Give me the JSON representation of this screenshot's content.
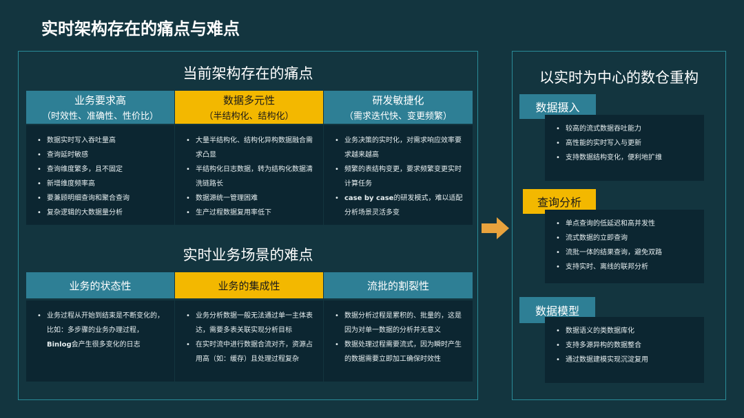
{
  "page_title": "实时架构存在的痛点与难点",
  "left": {
    "section1_title": "当前架构存在的痛点",
    "section1_columns": [
      {
        "title": "业务要求高",
        "subtitle": "（时效性、准确性、性价比）",
        "items": [
          "数据实时写入吞吐量高",
          "查询延时敏感",
          "查询维度繁多，且不固定",
          "新增维度频率高",
          "要兼顾明细查询和聚合查询",
          "复杂逻辑的大数据量分析"
        ]
      },
      {
        "title": "数据多元性",
        "subtitle": "（半结构化、结构化）",
        "items": [
          "大量半结构化、结构化异构数据融合需求凸显",
          "半结构化日志数据，转为结构化数据清洗链路长",
          "数据源统一管理困难",
          "生产过程数据复用率低下"
        ]
      },
      {
        "title": "研发敏捷化",
        "subtitle": "（需求迭代快、变更频繁）",
        "items": [
          "业务决策的实时化，对需求响应效率要求越来越高",
          "频繁的表结构变更，要求频繁变更实时计算任务",
          "的研发模式，难以适配分析场景灵活多变"
        ],
        "bold_prefix": "case by case"
      }
    ],
    "section2_title": "实时业务场景的难点",
    "section2_columns": [
      {
        "title": "业务的状态性",
        "items": [
          "业务过程从开始到结束是不断变化的，比如：多步骤的业务办理过程，"
        ],
        "bold_prefix": "Binlog",
        "bold_suffix": "会产生很多变化的日志"
      },
      {
        "title": "业务的集成性",
        "items": [
          "业务分析数据一般无法通过单一主体表达，需要多表关联实现分析目标",
          "在实时流中进行数据合流对齐，资源占用高（如：缓存）且处理过程复杂"
        ]
      },
      {
        "title": "流批的割裂性",
        "items": [
          "数据分析过程是累积的、批量的，这是因为对单一数据的分析并无意义",
          "数据处理过程需要流式，因为瞬时产生的数据需要立即加工确保时效性"
        ]
      }
    ]
  },
  "right": {
    "title": "以实时为中心的数仓重构",
    "groups": [
      {
        "tag": "数据摄入",
        "items": [
          "较高的流式数据吞吐能力",
          "高性能的实时写入与更新",
          "支持数据结构变化，便利地扩维"
        ]
      },
      {
        "tag": "查询分析",
        "items": [
          "单点查询的低延迟和高并发性",
          "流式数据的立即查询",
          "流批一体的结果查询，避免双路",
          "支持实时、离线的联邦分析"
        ]
      },
      {
        "tag": "数据模型",
        "items": [
          "数据语义的类数据库化",
          "支持多源异构的数据整合",
          "通过数据建模实现沉淀复用"
        ]
      }
    ]
  },
  "colors": {
    "teal": "#2e7f95",
    "yellow": "#f3b800",
    "background": "#13353f",
    "box": "#0c2631",
    "border": "#2a8c99"
  },
  "icons": {
    "arrow": "right-arrow-icon"
  }
}
